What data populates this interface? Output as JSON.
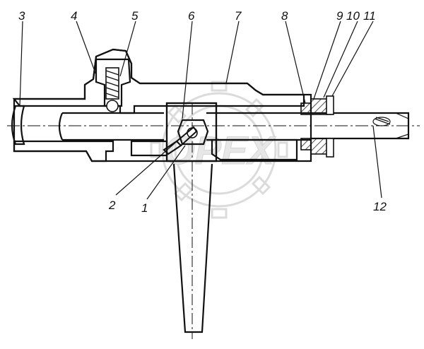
{
  "diagram": {
    "callouts": [
      {
        "id": "c3",
        "text": "3"
      },
      {
        "id": "c4",
        "text": "4"
      },
      {
        "id": "c5",
        "text": "5"
      },
      {
        "id": "c6",
        "text": "6"
      },
      {
        "id": "c7",
        "text": "7"
      },
      {
        "id": "c8",
        "text": "8"
      },
      {
        "id": "c9",
        "text": "9"
      },
      {
        "id": "c10",
        "text": "10"
      },
      {
        "id": "c11",
        "text": "11"
      },
      {
        "id": "c2",
        "text": "2"
      },
      {
        "id": "c1",
        "text": "1"
      },
      {
        "id": "c12",
        "text": "12"
      }
    ],
    "watermark": "OPEX",
    "colors": {
      "line": "#111111",
      "hatch": "#222222",
      "watermark": "#c8c8c8"
    }
  }
}
